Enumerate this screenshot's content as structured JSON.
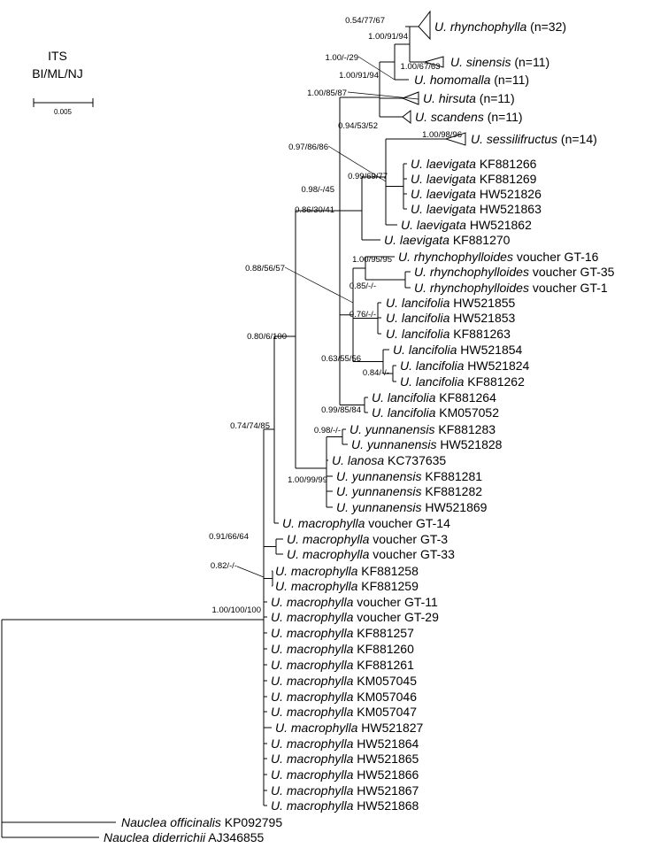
{
  "title": {
    "line1": "ITS",
    "line2": "BI/ML/NJ"
  },
  "scale_bar": {
    "label": "0.005",
    "value": 0.005
  },
  "taxa": [
    {
      "genus": "U.",
      "species": "rhynchophylla",
      "suffix": " (n=32)"
    },
    {
      "genus": "U.",
      "species": "sinensis",
      "suffix": " (n=11)"
    },
    {
      "genus": "U.",
      "species": "homomalla",
      "suffix": " (n=11)"
    },
    {
      "genus": "U.",
      "species": "hirsuta",
      "suffix": " (n=11)"
    },
    {
      "genus": "U.",
      "species": "scandens",
      "suffix": " (n=11)"
    },
    {
      "genus": "U.",
      "species": "sessilifructus",
      "suffix": " (n=14)"
    },
    {
      "genus": "U.",
      "species": "laevigata",
      "suffix": " KF881266"
    },
    {
      "genus": "U.",
      "species": "laevigata",
      "suffix": " KF881269"
    },
    {
      "genus": "U.",
      "species": "laevigata",
      "suffix": " HW521826"
    },
    {
      "genus": "U.",
      "species": "laevigata",
      "suffix": " HW521863"
    },
    {
      "genus": "U.",
      "species": "laevigata",
      "suffix": " HW521862"
    },
    {
      "genus": "U.",
      "species": "laevigata",
      "suffix": " KF881270"
    },
    {
      "genus": "U.",
      "species": "rhynchophylloides",
      "suffix": " voucher GT-16"
    },
    {
      "genus": "U.",
      "species": "rhynchophylloides",
      "suffix": " voucher GT-35"
    },
    {
      "genus": "U.",
      "species": "rhynchophylloides",
      "suffix": " voucher GT-1"
    },
    {
      "genus": "U.",
      "species": "lancifolia",
      "suffix": " HW521855"
    },
    {
      "genus": "U.",
      "species": "lancifolia",
      "suffix": " HW521853"
    },
    {
      "genus": "U.",
      "species": "lancifolia",
      "suffix": " KF881263"
    },
    {
      "genus": "U.",
      "species": "lancifolia",
      "suffix": " HW521854"
    },
    {
      "genus": "U.",
      "species": "lancifolia",
      "suffix": " HW521824"
    },
    {
      "genus": "U.",
      "species": "lancifolia",
      "suffix": " KF881262"
    },
    {
      "genus": "U.",
      "species": "lancifolia",
      "suffix": " KF881264"
    },
    {
      "genus": "U.",
      "species": "lancifolia",
      "suffix": " KM057052"
    },
    {
      "genus": "U.",
      "species": "yunnanensis",
      "suffix": " KF881283"
    },
    {
      "genus": "U.",
      "species": "yunnanensis",
      "suffix": " HW521828"
    },
    {
      "genus": "U.",
      "species": "lanosa",
      "suffix": " KC737635"
    },
    {
      "genus": "U.",
      "species": "yunnanensis",
      "suffix": " KF881281"
    },
    {
      "genus": "U.",
      "species": "yunnanensis",
      "suffix": " KF881282"
    },
    {
      "genus": "U.",
      "species": "yunnanensis",
      "suffix": " HW521869"
    },
    {
      "genus": "U.",
      "species": "macrophylla",
      "suffix": " voucher GT-14"
    },
    {
      "genus": "U.",
      "species": "macrophylla",
      "suffix": " voucher GT-3"
    },
    {
      "genus": "U.",
      "species": "macrophylla",
      "suffix": " voucher GT-33"
    },
    {
      "genus": "U.",
      "species": "macrophylla",
      "suffix": " KF881258"
    },
    {
      "genus": "U.",
      "species": "macrophylla",
      "suffix": " KF881259"
    },
    {
      "genus": "U.",
      "species": "macrophylla",
      "suffix": " voucher GT-11"
    },
    {
      "genus": "U.",
      "species": "macrophylla",
      "suffix": " voucher GT-29"
    },
    {
      "genus": "U.",
      "species": "macrophylla",
      "suffix": " KF881257"
    },
    {
      "genus": "U.",
      "species": "macrophylla",
      "suffix": " KF881260"
    },
    {
      "genus": "U.",
      "species": "macrophylla",
      "suffix": " KF881261"
    },
    {
      "genus": "U.",
      "species": "macrophylla",
      "suffix": " KM057045"
    },
    {
      "genus": "U.",
      "species": "macrophylla",
      "suffix": " KM057046"
    },
    {
      "genus": "U.",
      "species": "macrophylla",
      "suffix": " KM057047"
    },
    {
      "genus": "U.",
      "species": "macrophylla",
      "suffix": " HW521827"
    },
    {
      "genus": "U.",
      "species": "macrophylla",
      "suffix": " HW521864"
    },
    {
      "genus": "U.",
      "species": "macrophylla",
      "suffix": " HW521865"
    },
    {
      "genus": "U.",
      "species": "macrophylla",
      "suffix": " HW521866"
    },
    {
      "genus": "U.",
      "species": "macrophylla",
      "suffix": " HW521867"
    },
    {
      "genus": "U.",
      "species": "macrophylla",
      "suffix": " HW521868"
    },
    {
      "genus": "Nauclea",
      "species": "officinalis",
      "suffix": " KP092795"
    },
    {
      "genus": "Nauclea",
      "species": "diderrichii",
      "suffix": " AJ346855"
    }
  ],
  "support_values": [
    "0.54/77/67",
    "1.00/91/94",
    "1.00/67/63",
    "1.00/-/29",
    "1.00/91/94",
    "1.00/85/87",
    "0.94/53/52",
    "1.00/98/96",
    "0.97/86/86",
    "0.99/69/77",
    "0.98/-/45",
    "0.86/30/41",
    "1.00/95/95",
    "0.88/56/57",
    "0.85/-/-",
    "0.76/-/-",
    "0.84/-/-",
    "0.63/55/56",
    "0.99/85/84",
    "0.80/6/100",
    "0.98/-/-",
    "1.00/99/99",
    "0.74/74/85",
    "0.91/66/64",
    "0.82/-/-",
    "1.00/100/100"
  ]
}
